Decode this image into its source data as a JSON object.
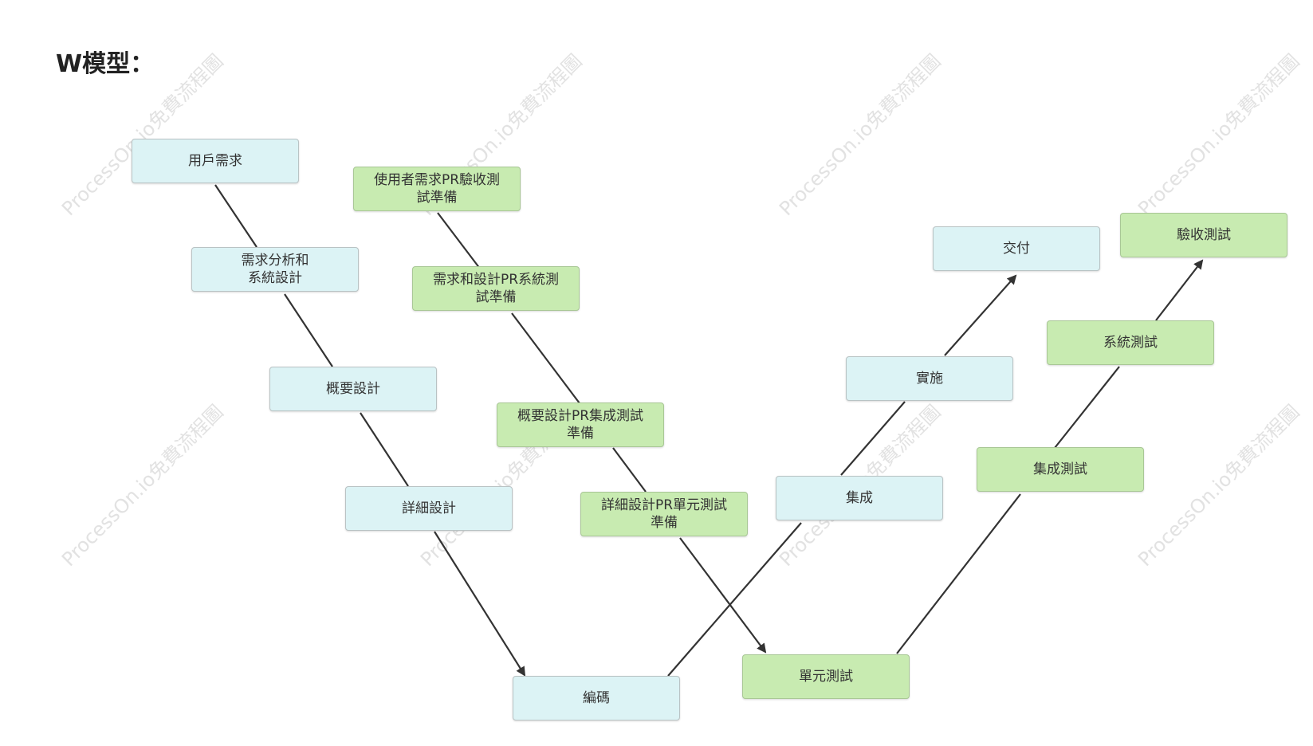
{
  "title": "W模型：",
  "watermark": "ProcessOn.io免費流程圖",
  "colors": {
    "blue_node": "#dcf3f5",
    "green_node": "#c8ebb1",
    "line": "#333333"
  },
  "nodes": {
    "user_req": "用戶需求",
    "req_analysis": "需求分析和\n系統設計",
    "overview_design": "概要設計",
    "detail_design": "詳細設計",
    "coding": "編碼",
    "integration": "集成",
    "implementation": "實施",
    "delivery": "交付",
    "uat_prep": "使用者需求PR驗收測\n試準備",
    "sys_test_prep": "需求和設計PR系統測\n試準備",
    "int_test_prep": "概要設計PR集成測試\n準備",
    "unit_test_prep": "詳細設計PR單元測試\n準備",
    "unit_test": "單元測試",
    "int_test": "集成測試",
    "sys_test": "系統測試",
    "acceptance_test": "驗收測試"
  }
}
